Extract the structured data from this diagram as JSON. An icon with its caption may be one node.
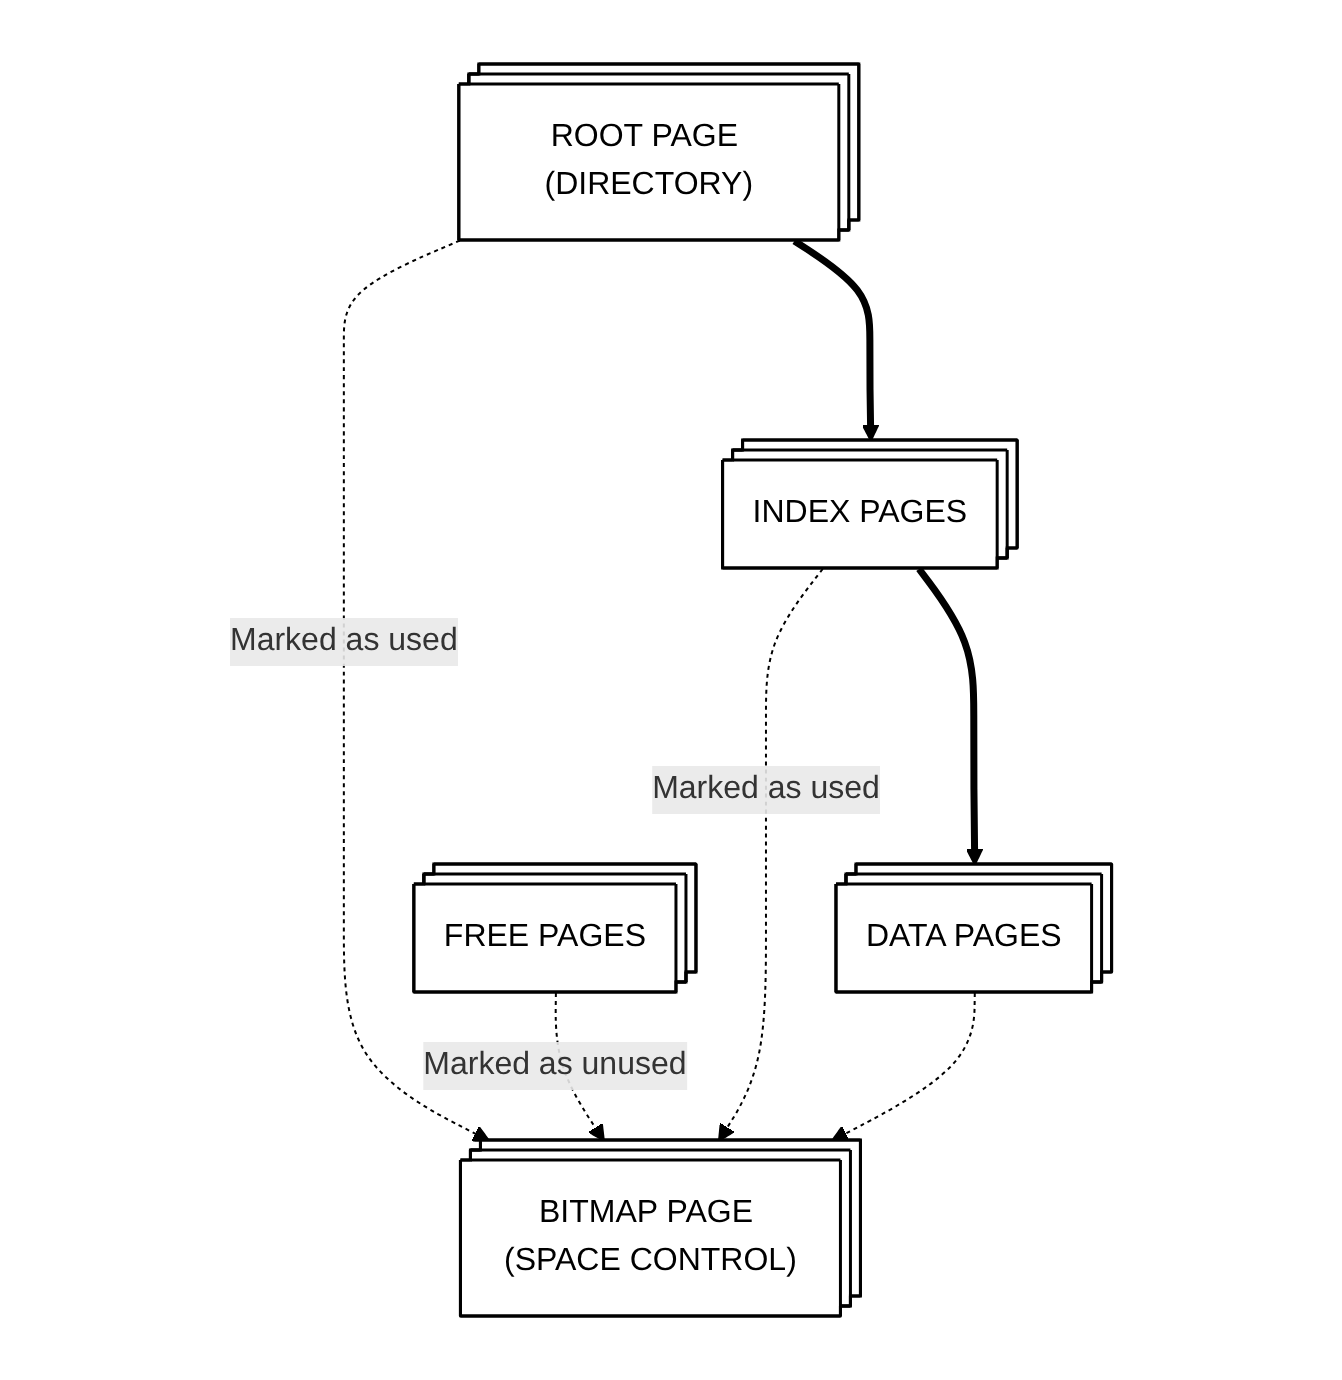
{
  "diagram": {
    "nodes": [
      {
        "text": [
          "BITMAP PAGE (SPACE CONTROL)"
        ]
      },
      {
        "text": [
          "ROOT PAGE (DIRECTORY)"
        ]
      },
      {
        "text": [
          "FREE PAGES"
        ]
      },
      {
        "text": [
          "INDEX PAGES"
        ]
      },
      {
        "text": [
          "DATA PAGES"
        ]
      }
    ],
    "edges": [
      {
        "from": 1,
        "to": 0,
        "arrow": "to",
        "label": "Marked as used",
        "style": "dashed"
      },
      {
        "from": 2,
        "to": 0,
        "arrow": "to",
        "label": "Marked as unused",
        "style": "dashed"
      },
      {
        "from": 3,
        "to": 0,
        "arrow": "to",
        "label": "Marked as used",
        "style": "dashed"
      },
      {
        "from": 4,
        "to": 0,
        "arrow": "to",
        "style": "dashed"
      },
      {
        "from": 1,
        "to": 3,
        "arrow": "to",
        "style": "thick"
      },
      {
        "from": 3,
        "to": 4,
        "arrow": "to",
        "style": "thick"
      }
    ]
  }
}
